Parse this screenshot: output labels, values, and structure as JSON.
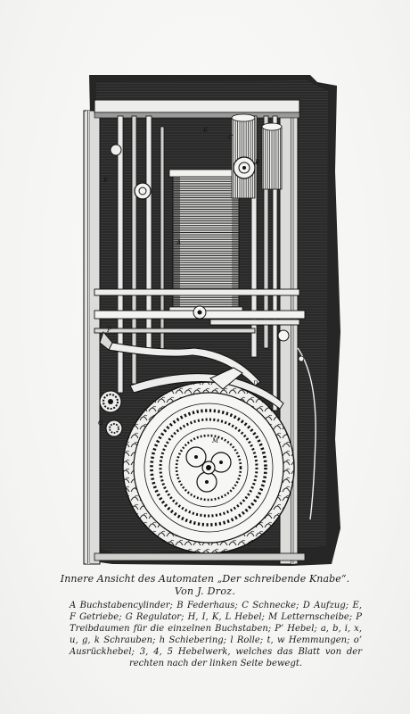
{
  "caption": {
    "title": "Innere Ansicht des Automaten „Der schreibende Knabe“.",
    "author": "Von J. Droz.",
    "legend": "A Buchstabencylinder; B Federhaus; C Schnecke; D Aufzug; E, F Getriebe; G Regulator; H, I, K, L Hebel; M Letternscheibe; P Treibdaumen für die einzelnen Buchstaben; P’ Hebel; a, b, i, x, u, g, k Schrauben; h Schiebering; l Rolle; t, w Hemmungen; o’ Ausrückhebel; 3, 4, 5 Hebelwerk, welches das Blatt von der rechten nach der linken Seite bewegt."
  },
  "figure_letters": [
    "A",
    "B",
    "C",
    "D",
    "E",
    "F",
    "G",
    "M",
    "P"
  ]
}
